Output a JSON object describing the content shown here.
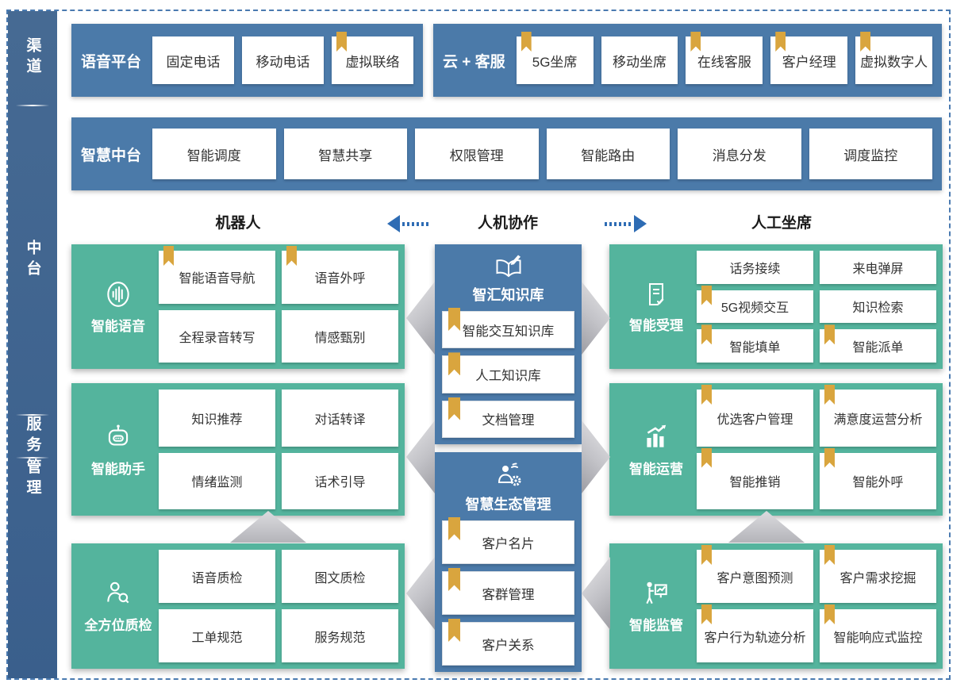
{
  "colors": {
    "panel_blue": "#4b7aa9",
    "sidebar_blue": "#3f6390",
    "green": "#54b49d",
    "gold": "#d9a53e",
    "arrow_blue": "#2e6cb4",
    "border_blue": "#4a7ab0"
  },
  "sidebar": {
    "sections": [
      {
        "label": "渠道"
      },
      {
        "label": "中台"
      },
      {
        "label": "服务"
      },
      {
        "label": "管理"
      }
    ]
  },
  "channels_row": {
    "voice_platform": {
      "title": "语音平台",
      "items": [
        {
          "label": "固定电话",
          "bookmark": false
        },
        {
          "label": "移动电话",
          "bookmark": false
        },
        {
          "label": "虚拟联络",
          "bookmark": true
        }
      ]
    },
    "cloud_service": {
      "title": "云 + 客服",
      "items": [
        {
          "label": "5G坐席",
          "bookmark": true
        },
        {
          "label": "移动坐席",
          "bookmark": false
        },
        {
          "label": "在线客服",
          "bookmark": true
        },
        {
          "label": "客户经理",
          "bookmark": true
        },
        {
          "label": "虚拟数字人",
          "bookmark": true
        }
      ]
    }
  },
  "midplatform_row": {
    "title": "智慧中台",
    "items": [
      {
        "label": "智能调度",
        "bookmark": false
      },
      {
        "label": "智慧共享",
        "bookmark": false
      },
      {
        "label": "权限管理",
        "bookmark": false
      },
      {
        "label": "智能路由",
        "bookmark": false
      },
      {
        "label": "消息分发",
        "bookmark": false
      },
      {
        "label": "调度监控",
        "bookmark": false
      }
    ]
  },
  "collaboration": {
    "left_label": "机器人",
    "center_label": "人机协作",
    "right_label": "人工坐席"
  },
  "service_left": [
    {
      "title": "智能语音",
      "icon": "voice-icon",
      "items": [
        {
          "label": "智能语音导航",
          "bookmark": true
        },
        {
          "label": "语音外呼",
          "bookmark": true
        },
        {
          "label": "全程录音转写",
          "bookmark": false
        },
        {
          "label": "情感甄别",
          "bookmark": false
        }
      ]
    },
    {
      "title": "智能助手",
      "icon": "robot-icon",
      "items": [
        {
          "label": "知识推荐",
          "bookmark": false
        },
        {
          "label": "对话转译",
          "bookmark": false
        },
        {
          "label": "情绪监测",
          "bookmark": false
        },
        {
          "label": "话术引导",
          "bookmark": false
        }
      ]
    },
    {
      "title": "全方位质检",
      "icon": "inspector-icon",
      "items": [
        {
          "label": "语音质检",
          "bookmark": false
        },
        {
          "label": "图文质检",
          "bookmark": false
        },
        {
          "label": "工单规范",
          "bookmark": false
        },
        {
          "label": "服务规范",
          "bookmark": false
        }
      ]
    }
  ],
  "knowledge_center": [
    {
      "title": "智汇知识库",
      "icon": "book-pen-icon",
      "items": [
        {
          "label": "智能交互知识库",
          "bookmark": true
        },
        {
          "label": "人工知识库",
          "bookmark": true
        },
        {
          "label": "文档管理",
          "bookmark": true
        }
      ]
    },
    {
      "title": "智慧生态管理",
      "icon": "ecosystem-person-icon",
      "items": [
        {
          "label": "客户名片",
          "bookmark": true
        },
        {
          "label": "客群管理",
          "bookmark": true
        },
        {
          "label": "客户关系",
          "bookmark": true
        }
      ]
    }
  ],
  "service_right": [
    {
      "title": "智能受理",
      "icon": "document-check-icon",
      "items": [
        {
          "label": "话务接续",
          "bookmark": false
        },
        {
          "label": "来电弹屏",
          "bookmark": false
        },
        {
          "label": "5G视频交互",
          "bookmark": true
        },
        {
          "label": "知识检索",
          "bookmark": false
        },
        {
          "label": "智能填单",
          "bookmark": true
        },
        {
          "label": "智能派单",
          "bookmark": true
        }
      ]
    },
    {
      "title": "智能运营",
      "icon": "chart-up-icon",
      "items": [
        {
          "label": "优选客户管理",
          "bookmark": true
        },
        {
          "label": "满意度运营分析",
          "bookmark": true
        },
        {
          "label": "智能推销",
          "bookmark": true
        },
        {
          "label": "智能外呼",
          "bookmark": true
        }
      ]
    },
    {
      "title": "智能监管",
      "icon": "presenter-board-icon",
      "items": [
        {
          "label": "客户意图预测",
          "bookmark": true
        },
        {
          "label": "客户需求挖掘",
          "bookmark": true
        },
        {
          "label": "客户行为轨迹分析",
          "bookmark": true
        },
        {
          "label": "智能响应式监控",
          "bookmark": true
        }
      ]
    }
  ]
}
